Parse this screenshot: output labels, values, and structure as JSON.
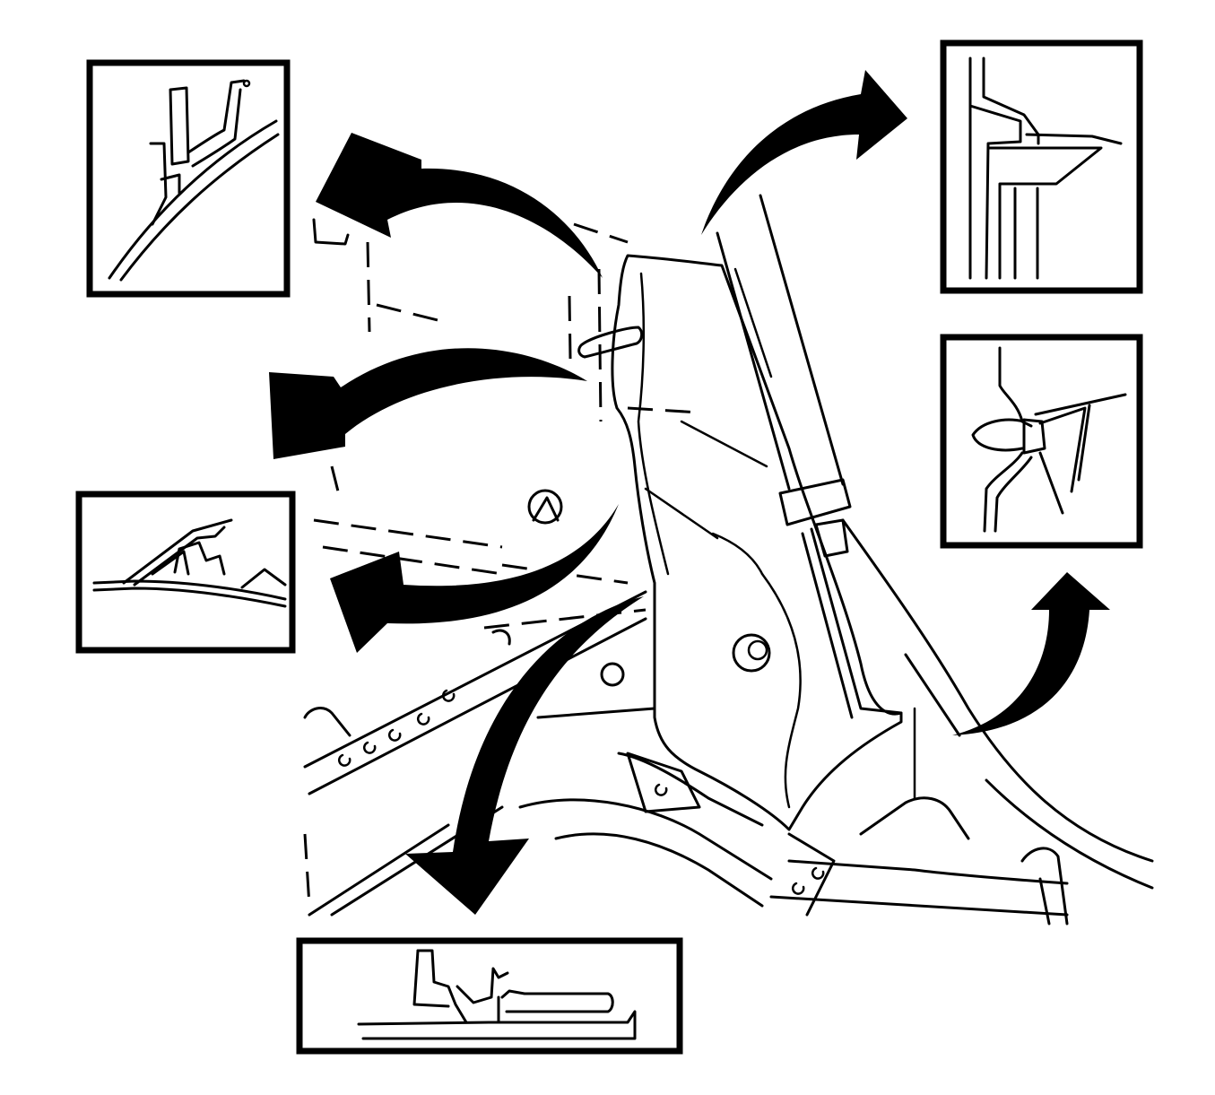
{
  "figure": {
    "colors": {
      "ink": "#000000",
      "paper": "#ffffff"
    },
    "arrows": 6,
    "detail_views": [
      {
        "id": "upper-left",
        "icon": "trim-clip-edge-detail"
      },
      {
        "id": "mid-left",
        "icon": "trim-lip-retainer-detail"
      },
      {
        "id": "bottom",
        "icon": "sill-retainer-detail"
      },
      {
        "id": "upper-right",
        "icon": "panel-tab-detail"
      },
      {
        "id": "mid-right",
        "icon": "push-clip-detail"
      }
    ]
  }
}
